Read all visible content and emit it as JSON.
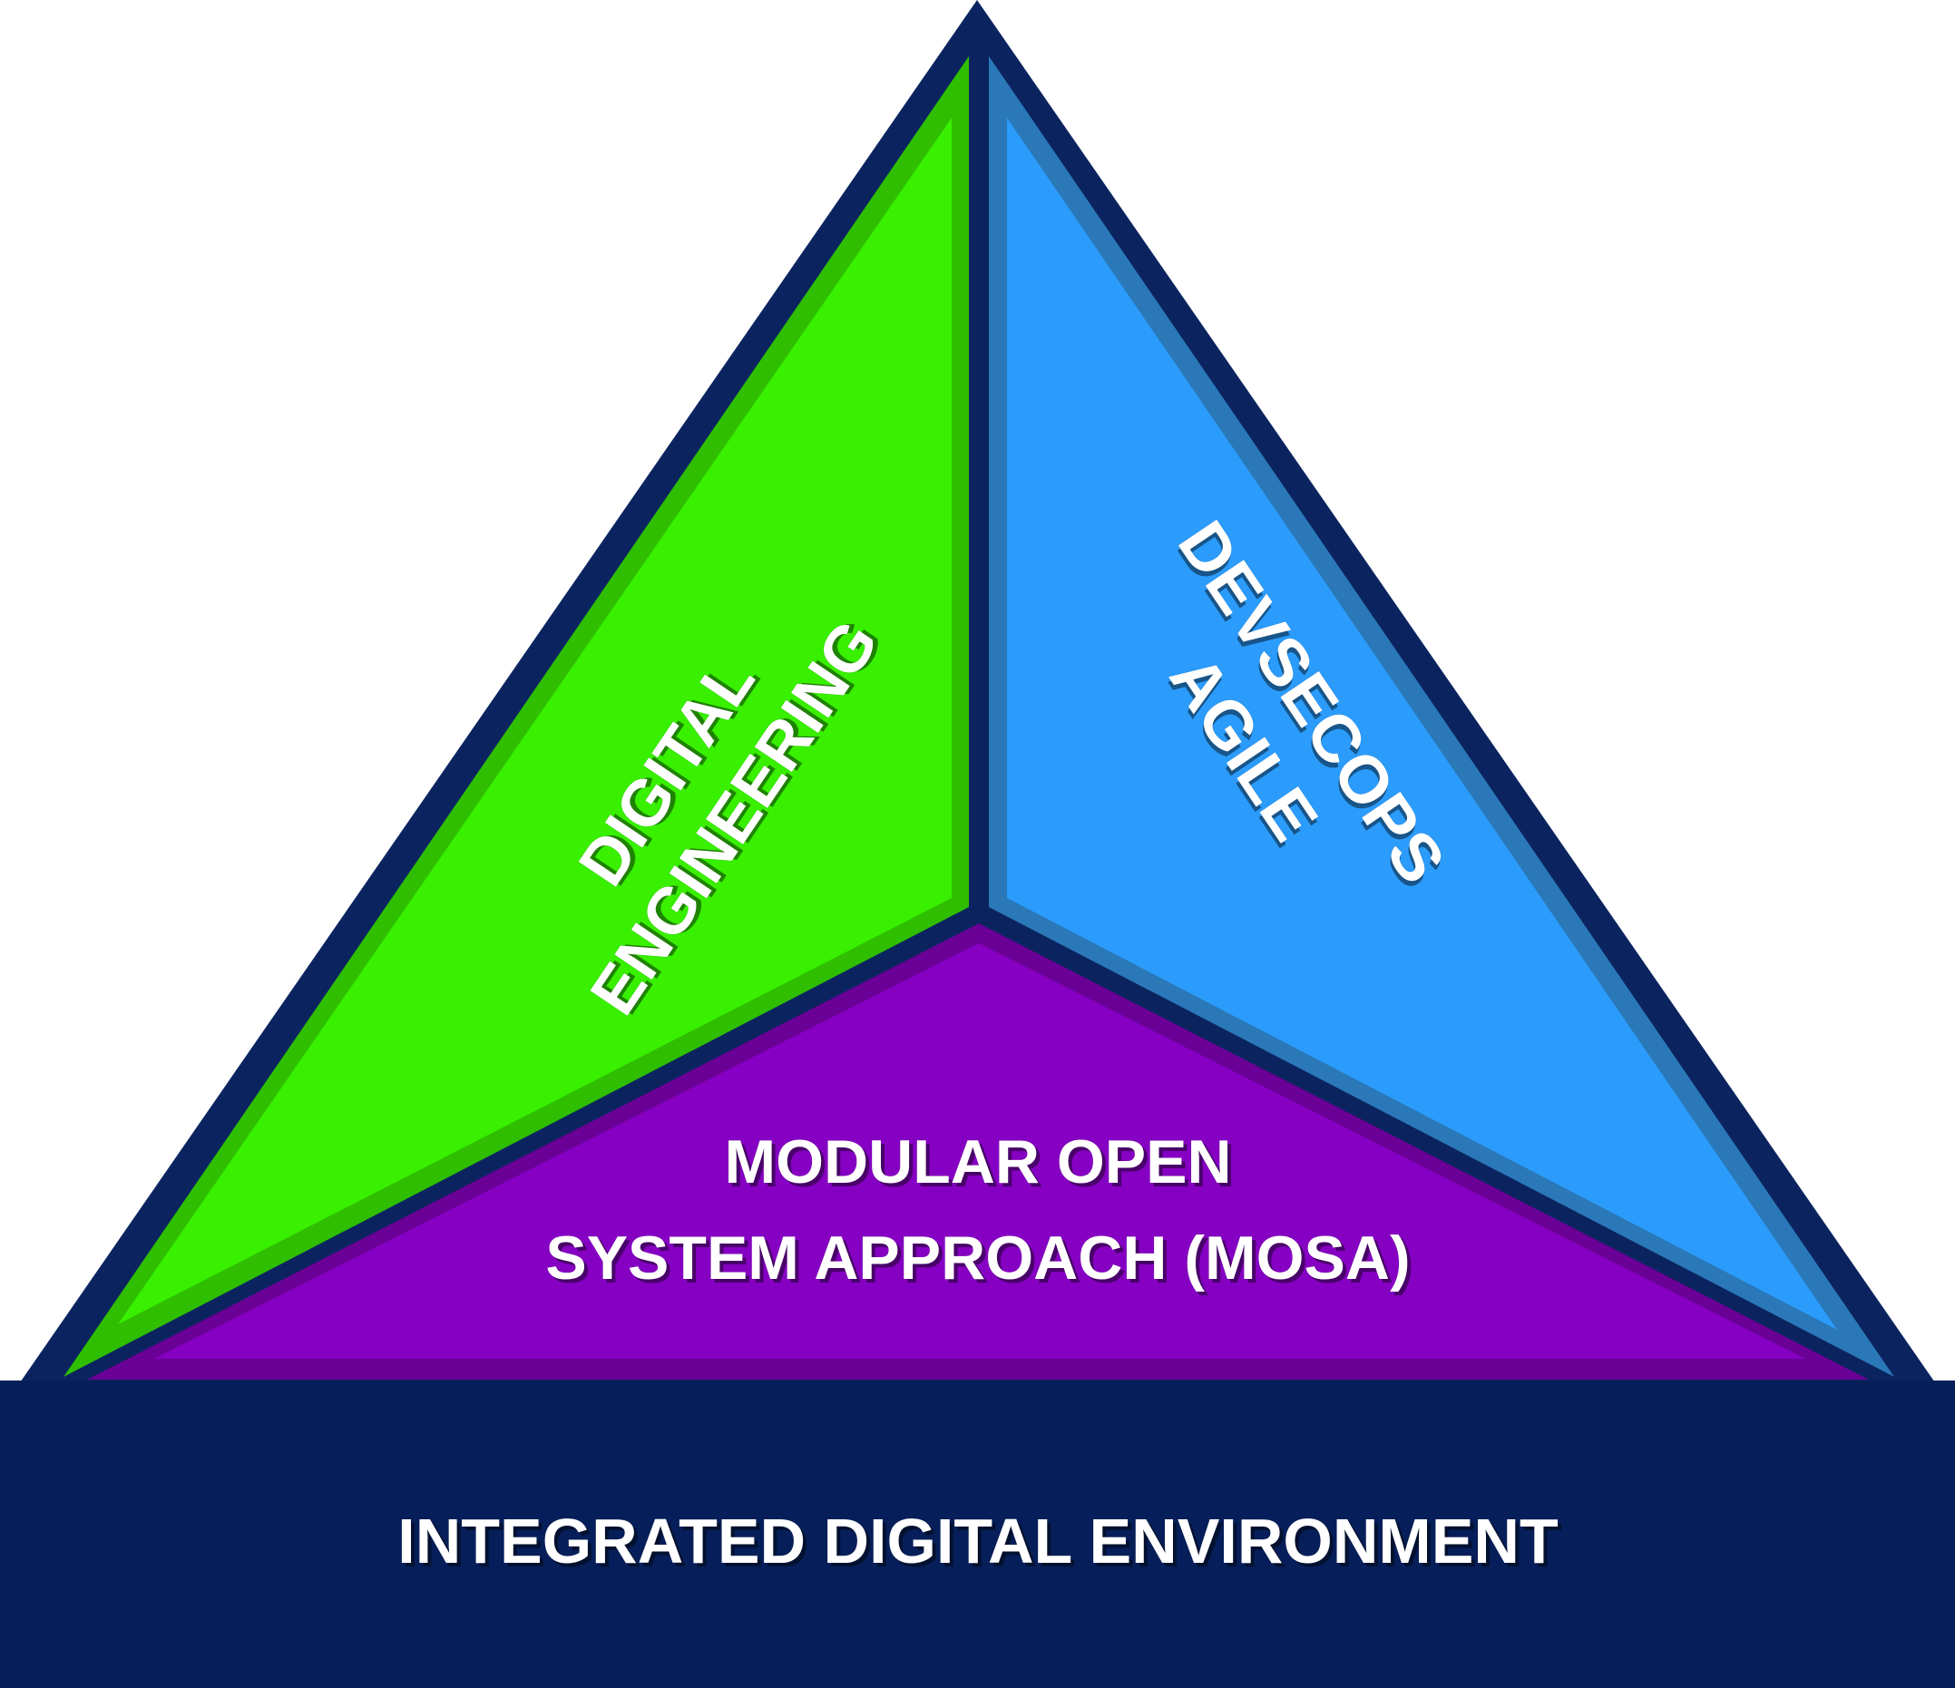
{
  "diagram": {
    "segments": {
      "digital_engineering": {
        "line1": "DIGITAL",
        "line2": "ENGINEERING",
        "color": "#35f000"
      },
      "devsecops": {
        "line1": "DEVSECOPS",
        "line2": "AGILE",
        "color": "#2b9cfc"
      },
      "mosa": {
        "line1": "MODULAR OPEN",
        "line2": "SYSTEM APPROACH (MOSA)",
        "color": "#8600c3"
      }
    },
    "base": {
      "label": "INTEGRATED DIGITAL ENVIRONMENT",
      "color": "#061f5a"
    },
    "frame_color": "#0b2460"
  }
}
